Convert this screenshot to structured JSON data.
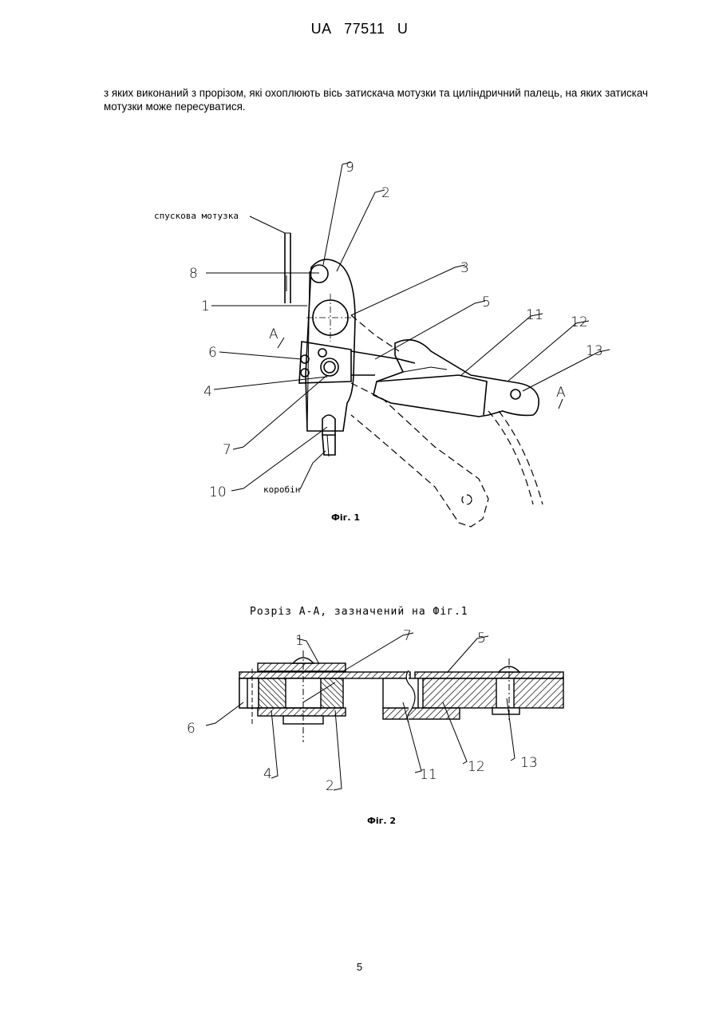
{
  "header": {
    "country": "UA",
    "number": "77511",
    "kind": "U"
  },
  "paragraph": "з яких виконаний з прорізом, які охоплюють вісь затискача мотузки та циліндричний палець, на яких затискач мотузки може пересуватися.",
  "figure1": {
    "caption": "Фіг. 1",
    "label_rope": "спускова мотузка",
    "label_carabiner": "коробін",
    "section_mark": "А",
    "numbers": [
      "9",
      "2",
      "3",
      "5",
      "11",
      "12",
      "13",
      "8",
      "1",
      "6",
      "4",
      "7",
      "10"
    ]
  },
  "figure2": {
    "title": "Розріз А-А, зазначений на Фіг.1",
    "caption": "Фіг. 2",
    "numbers": [
      "1",
      "7",
      "5",
      "6",
      "4",
      "2",
      "11",
      "12",
      "13"
    ]
  },
  "page_number": "5"
}
